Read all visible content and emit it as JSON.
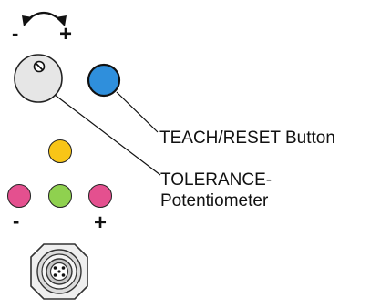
{
  "signs": {
    "minus_top": "-",
    "plus_top": "+",
    "minus_bottom": "-",
    "plus_bottom": "+"
  },
  "labels": {
    "teach_reset": "TEACH/RESET Button",
    "tolerance_line1": "TOLERANCE-",
    "tolerance_line2": "Potentiometer"
  },
  "colors": {
    "teach_button": "#2f8fdc",
    "led_yellow": "#f8c517",
    "led_green": "#8fd14f",
    "led_pink": "#e4508f",
    "potentiometer": "#e6e6e6"
  },
  "icons": {
    "rotate": "double-arrow-curve-icon",
    "screw": "screw-slot-icon",
    "connector": "m12-connector-icon"
  }
}
